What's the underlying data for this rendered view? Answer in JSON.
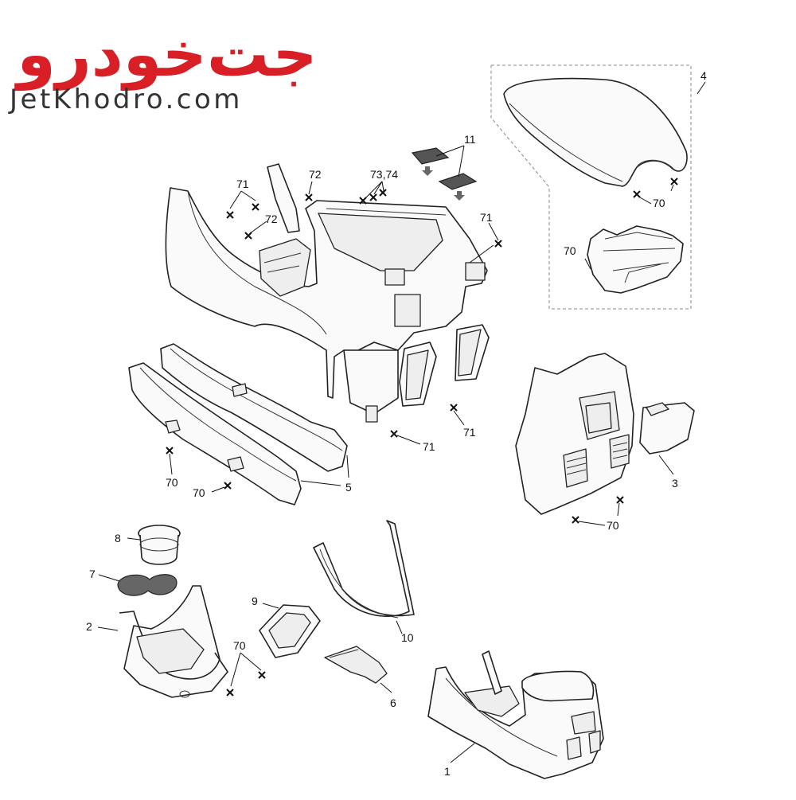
{
  "logo": {
    "text_fa": "جت‌خودرو",
    "text_en": "JetKhodro.com",
    "brand_color": "#d81f26"
  },
  "callouts": {
    "c1": "1",
    "c2": "2",
    "c3": "3",
    "c4": "4",
    "c5": "5",
    "c6": "6",
    "c7": "7",
    "c8": "8",
    "c9": "9",
    "c10": "10",
    "c11": "11",
    "c70_armrest": "70",
    "c70_bracket": "70",
    "c70_rail_a": "70",
    "c70_rail_b": "70",
    "c70_rear": "70",
    "c70_cup": "70",
    "c71_top": "71",
    "c71_right": "71",
    "c71_bottom": "71",
    "c71_lower": "71",
    "c72_a": "72",
    "c72_b": "72",
    "c7374": "73,74"
  }
}
